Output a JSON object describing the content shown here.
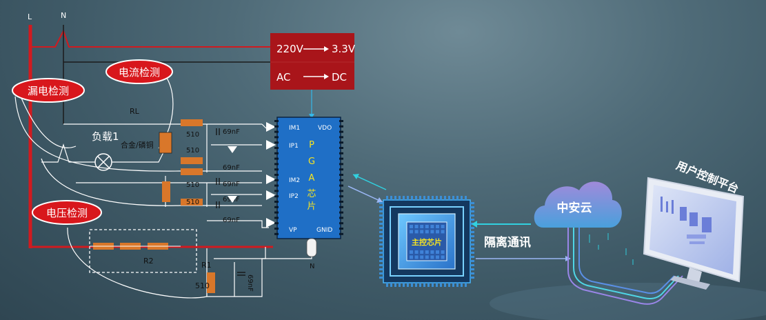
{
  "wires": {
    "L": "L",
    "N": "N"
  },
  "power_box": {
    "line1_left": "220V",
    "line1_right": "3.3V",
    "line2_left": "AC",
    "line2_right": "DC"
  },
  "tags": {
    "leak": "漏电检测",
    "current": "电流检测",
    "voltage": "电压检测"
  },
  "load": {
    "label": "负载1",
    "rl": "RL",
    "alloy": "合金/磷铜"
  },
  "components": {
    "r510": "510",
    "cap": "69nF",
    "r2": "R2",
    "r1": "R1",
    "n": "N"
  },
  "chip": {
    "pins_left": [
      "IM1",
      "IP1",
      "IM2",
      "IP2",
      "VP"
    ],
    "pin_vdo": "VDO",
    "pin_gnd": "GNID",
    "vertical_label": [
      "P",
      "G",
      "A",
      "芯",
      "片"
    ]
  },
  "mcu": {
    "label": "主控芯片"
  },
  "isolation": {
    "label": "隔离通讯"
  },
  "cloud": {
    "label": "中安云"
  },
  "platform": {
    "label": "用户控制平台"
  },
  "colors": {
    "red": "#c9151b",
    "power_box": "#a7161b",
    "chip_blue": "#1f6fc6",
    "resistor": "#d9772a",
    "cyan": "#31d1e0"
  }
}
